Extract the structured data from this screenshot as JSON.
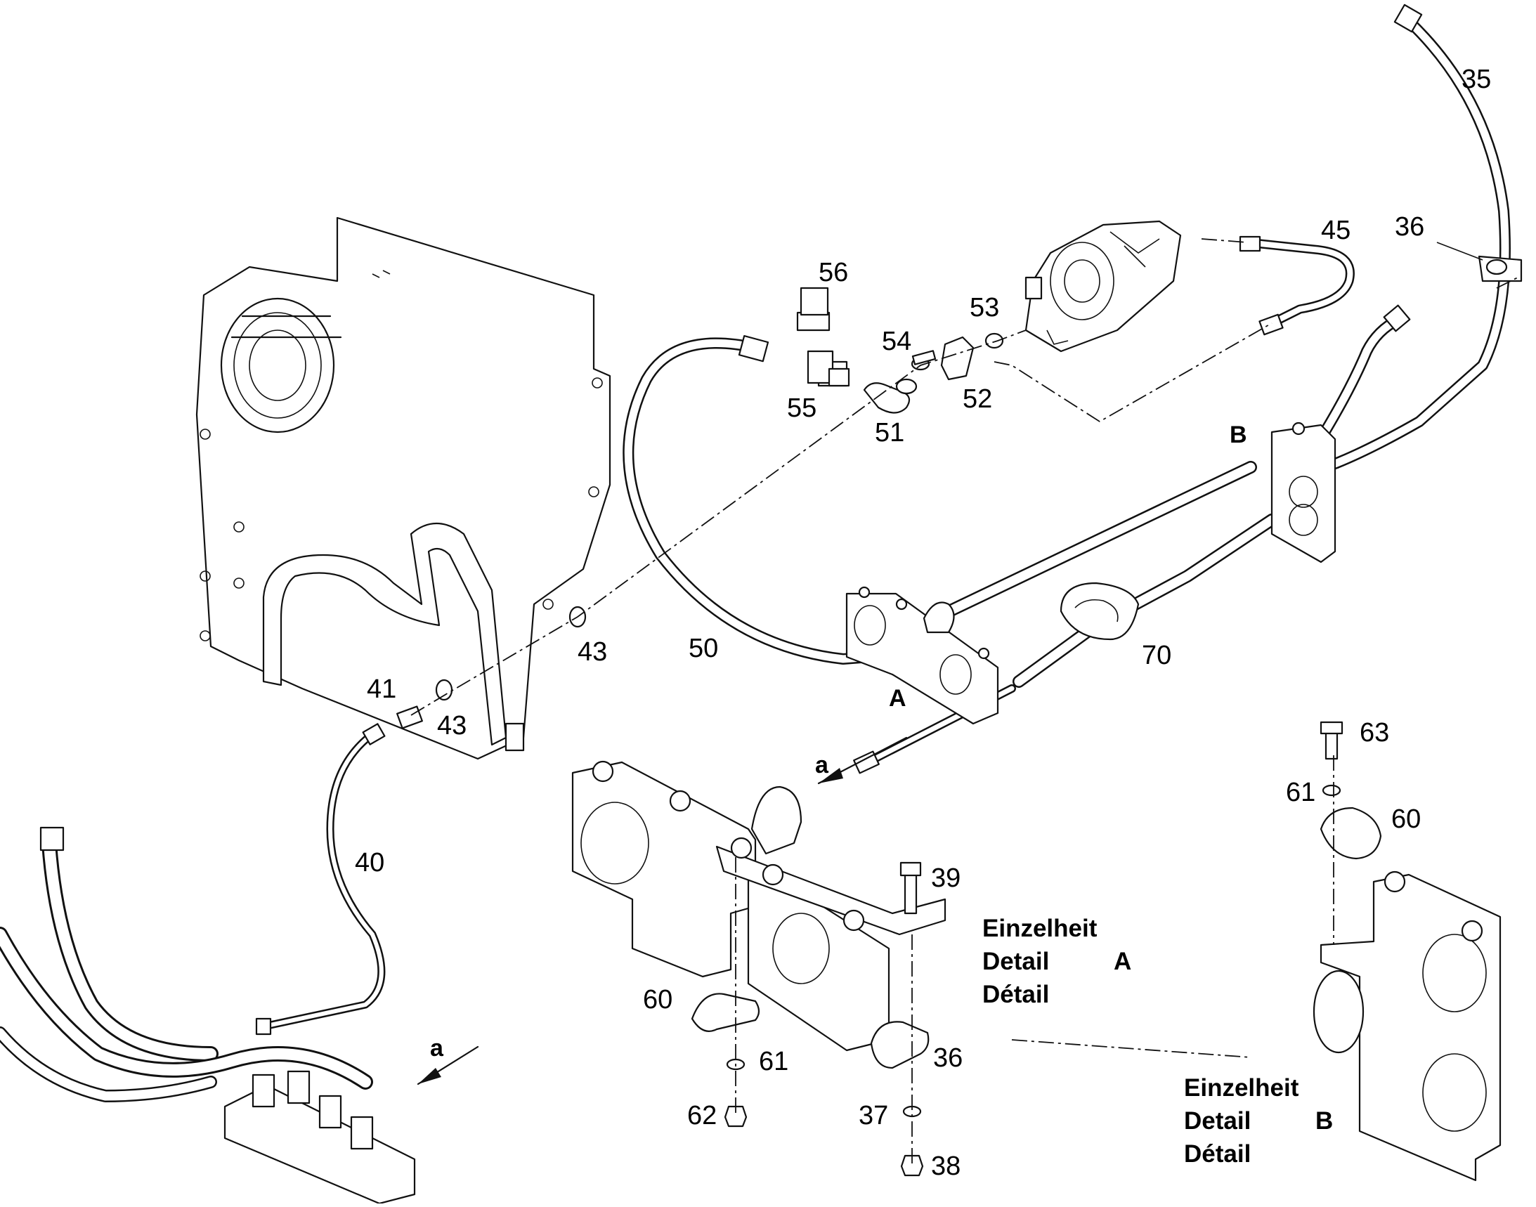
{
  "diagram": {
    "part_numbers": {
      "p35": "35",
      "p36_top": "36",
      "p45": "45",
      "p56": "56",
      "p53": "53",
      "p54": "54",
      "p55": "55",
      "p52": "52",
      "p51": "51",
      "p43_a": "43",
      "p43_b": "43",
      "p41": "41",
      "p50": "50",
      "p70": "70",
      "p40": "40",
      "p63": "63",
      "p61_b": "61",
      "p60_b": "60",
      "p39": "39",
      "p60_a": "60",
      "p61_a": "61",
      "p62": "62",
      "p36_a": "36",
      "p37": "37",
      "p38": "38"
    },
    "view_letters": {
      "A": "A",
      "B": "B",
      "a_top": "a",
      "a_bottom": "a"
    },
    "detail_A": {
      "line1": "Einzelheit",
      "line2": "Detail",
      "line3": "Détail",
      "letter": "A"
    },
    "detail_B": {
      "line1": "Einzelheit",
      "line2": "Detail",
      "line3": "Détail",
      "letter": "B"
    }
  }
}
